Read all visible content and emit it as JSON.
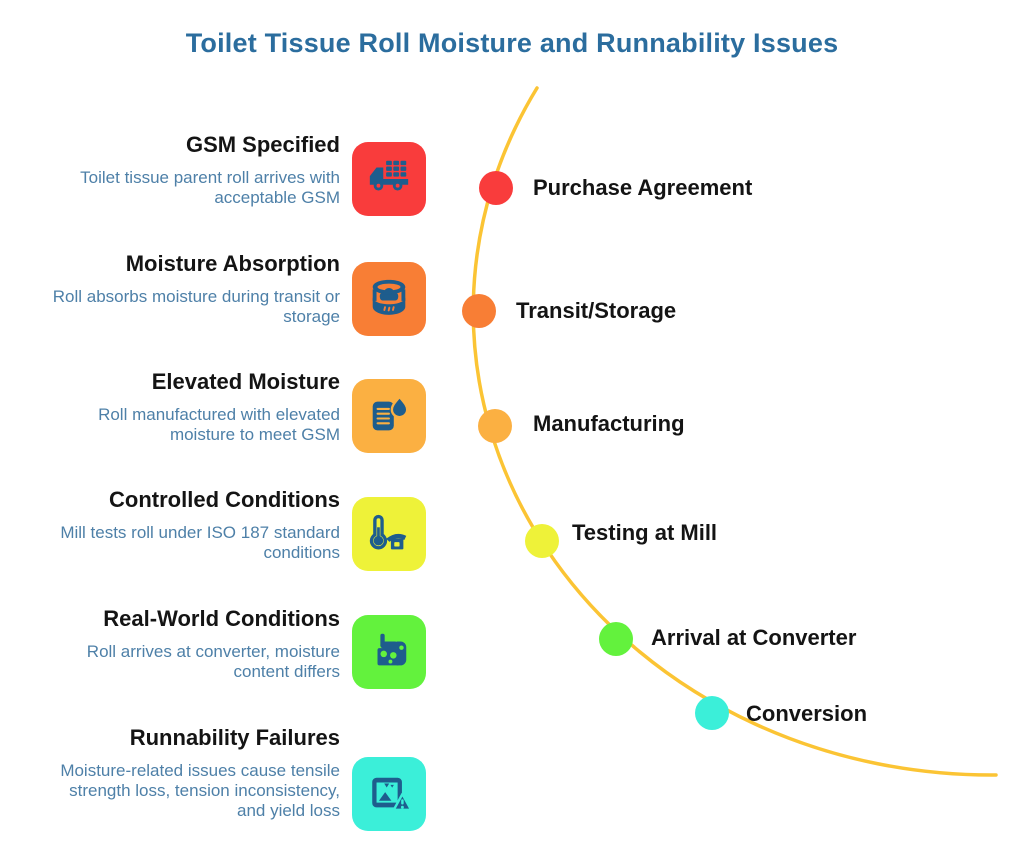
{
  "title": "Toilet Tissue Roll Moisture and Runnability Issues",
  "colors": {
    "title_text": "#2B6D9E",
    "description_text": "#4E80A8",
    "label_text": "#141414",
    "icon_glyph": "#1E5D8D",
    "curve": "#FBC434"
  },
  "issues": [
    {
      "title": "GSM Specified",
      "description": "Toilet tissue parent roll arrives with acceptable GSM",
      "icon": "truck-icon",
      "color": "#F93C3C"
    },
    {
      "title": "Moisture Absorption",
      "description": "Roll absorbs moisture during transit or storage",
      "icon": "wet-roll-icon",
      "color": "#F87E35"
    },
    {
      "title": "Elevated Moisture",
      "description": "Roll manufactured with elevated moisture to meet GSM",
      "icon": "document-drop-icon",
      "color": "#FBB042"
    },
    {
      "title": "Controlled Conditions",
      "description": "Mill tests roll under ISO 187 standard conditions",
      "icon": "thermometer-mill-icon",
      "color": "#EEF239"
    },
    {
      "title": "Real-World Conditions",
      "description": "Roll arrives at converter, moisture content differs",
      "icon": "moisture-meter-icon",
      "color": "#63F23D"
    },
    {
      "title": "Runnability Failures",
      "description": "Moisture-related issues cause tensile strength loss, tension inconsistency, and yield loss",
      "icon": "broken-image-warning-icon",
      "color": "#3BEFD9"
    }
  ],
  "timeline": [
    {
      "label": "Purchase Agreement",
      "color": "#F93C3C"
    },
    {
      "label": "Transit/Storage",
      "color": "#F87E35"
    },
    {
      "label": "Manufacturing",
      "color": "#FBB042"
    },
    {
      "label": "Testing at Mill",
      "color": "#EEF239"
    },
    {
      "label": "Arrival at Converter",
      "color": "#63F23D"
    },
    {
      "label": "Conversion",
      "color": "#3BEFD9"
    }
  ]
}
